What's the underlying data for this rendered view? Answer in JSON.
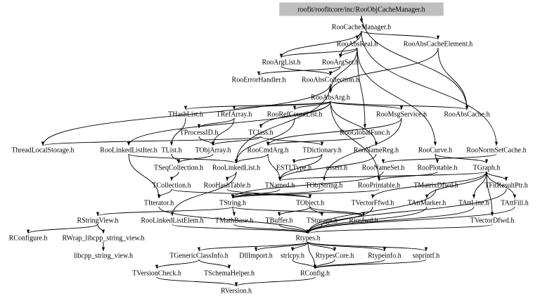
{
  "graph": {
    "root": "roofit/roofitcore/inc/RooObjCacheManager.h",
    "nodes": {
      "root": "roofit/roofitcore/inc/RooObjCacheManager.h",
      "n_RooCacheManager": "RooCacheManager.h",
      "n_RooAbsReal": "RooAbsReal.h",
      "n_RooAbsCacheElement": "RooAbsCacheElement.h",
      "n_RooArgList": "RooArgList.h",
      "n_RooArgSet": "RooArgSet.h",
      "n_RooErrorHandler": "RooErrorHandler.h",
      "n_RooAbsCollection": "RooAbsCollection.h",
      "n_RooAbsArg": "RooAbsArg.h",
      "n_THashList": "THashList.h",
      "n_TRefArray": "TRefArray.h",
      "n_RooRefCountList": "RooRefCountList.h",
      "n_RooMsgService": "RooMsgService.h",
      "n_RooAbsCache": "RooAbsCache.h",
      "n_TProcessID": "TProcessID.h",
      "n_TClass": "TClass.h",
      "n_RooGlobalFunc": "RooGlobalFunc.h",
      "n_ThreadLocalStorage": "ThreadLocalStorage.h",
      "n_RooLinkedListIter": "RooLinkedListIter.h",
      "n_TList": "TList.h",
      "n_TObjArray": "TObjArray.h",
      "n_RooCmdArg": "RooCmdArg.h",
      "n_TDictionary": "TDictionary.h",
      "n_RooNameReg": "RooNameReg.h",
      "n_RooCurve": "RooCurve.h",
      "n_RooNormSetCache": "RooNormSetCache.h",
      "n_TSeqCollection": "TSeqCollection.h",
      "n_RooLinkedList": "RooLinkedList.h",
      "n_ESTLType": "ESTLType.h",
      "n_assert": "assert.h",
      "n_RooNameSet": "RooNameSet.h",
      "n_RooPlotable": "RooPlotable.h",
      "n_TGraph": "TGraph.h",
      "n_TCollection": "TCollection.h",
      "n_RooHashTable": "RooHashTable.h",
      "n_TNamed": "TNamed.h",
      "n_TObjString": "TObjString.h",
      "n_RooPrintable": "RooPrintable.h",
      "n_TMatrixDfwd": "TMatrixDfwd.h",
      "n_TFitResultPtr": "TFitResultPtr.h",
      "n_TIterator": "TIterator.h",
      "n_TString": "TString.h",
      "n_TObject": "TObject.h",
      "n_TVectorFfwd": "TVectorFfwd.h",
      "n_TAttMarker": "TAttMarker.h",
      "n_TAttLine": "TAttLine.h",
      "n_TAttFill": "TAttFill.h",
      "n_RStringView": "RStringView.h",
      "n_RooLinkedListElem": "RooLinkedListElem.h",
      "n_TMathBase": "TMathBase.h",
      "n_TBuffer": "TBuffer.h",
      "n_TStorage": "TStorage.h",
      "n_Riosfwd": "Riosfwd.h",
      "n_TVectorDfwd": "TVectorDfwd.h",
      "n_RConfigure": "RConfigure.h",
      "n_RWrap": "RWrap_libcpp_string_view.h",
      "n_Rtypes": "Rtypes.h",
      "n_libcpp": "libcpp_string_view.h",
      "n_TGenericClassInfo": "TGenericClassInfo.h",
      "n_DllImport": "DllImport.h",
      "n_strlcpy": "strlcpy.h",
      "n_RtypesCore": "RtypesCore.h",
      "n_Rtypeinfo": "Rtypeinfo.h",
      "n_snprintf": "snprintf.h",
      "n_TVersionCheck": "TVersionCheck.h",
      "n_TSchemaHelper": "TSchemaHelper.h",
      "n_RConfig": "RConfig.h",
      "n_RVersion": "RVersion.h"
    },
    "edges": [
      [
        "root",
        "n_RooCacheManager"
      ],
      [
        "root",
        "n_RooAbsCache"
      ],
      [
        "n_RooCacheManager",
        "n_RooAbsReal"
      ],
      [
        "n_RooCacheManager",
        "n_RooAbsCacheElement"
      ],
      [
        "n_RooCacheManager",
        "n_RooArgList"
      ],
      [
        "n_RooCacheManager",
        "n_RooArgSet"
      ],
      [
        "n_RooCacheManager",
        "n_RooNormSetCache"
      ],
      [
        "n_RooAbsReal",
        "n_RooArgList"
      ],
      [
        "n_RooAbsReal",
        "n_RooArgSet"
      ],
      [
        "n_RooAbsReal",
        "n_RooAbsArg"
      ],
      [
        "n_RooAbsReal",
        "n_RooGlobalFunc"
      ],
      [
        "n_RooAbsReal",
        "n_RooCurve"
      ],
      [
        "n_RooAbsCacheElement",
        "n_RooAbsArg"
      ],
      [
        "n_RooAbsCacheElement",
        "n_RooAbsCache"
      ],
      [
        "n_RooArgList",
        "n_RooAbsCollection"
      ],
      [
        "n_RooArgSet",
        "n_RooAbsCollection"
      ],
      [
        "n_RooArgSet",
        "n_RooErrorHandler"
      ],
      [
        "n_RooAbsCollection",
        "n_RooAbsArg"
      ],
      [
        "n_RooAbsCollection",
        "n_RooLinkedList"
      ],
      [
        "n_RooAbsCollection",
        "n_ThreadLocalStorage"
      ],
      [
        "n_RooAbsArg",
        "n_THashList"
      ],
      [
        "n_RooAbsArg",
        "n_TRefArray"
      ],
      [
        "n_RooAbsArg",
        "n_RooRefCountList"
      ],
      [
        "n_RooAbsArg",
        "n_RooMsgService"
      ],
      [
        "n_RooAbsArg",
        "n_RooAbsCache"
      ],
      [
        "n_RooAbsArg",
        "n_TClass"
      ],
      [
        "n_RooAbsArg",
        "n_RooNameReg"
      ],
      [
        "n_RooAbsArg",
        "n_RooLinkedListIter"
      ],
      [
        "n_RooAbsArg",
        "n_RooPrintable"
      ],
      [
        "n_THashList",
        "n_TList"
      ],
      [
        "n_TRefArray",
        "n_TProcessID"
      ],
      [
        "n_TRefArray",
        "n_TObjArray"
      ],
      [
        "n_RooRefCountList",
        "n_RooLinkedList"
      ],
      [
        "n_RooMsgService",
        "n_RooCmdArg"
      ],
      [
        "n_RooMsgService",
        "n_TObjString"
      ],
      [
        "n_TProcessID",
        "n_TObjArray"
      ],
      [
        "n_TClass",
        "n_TDictionary"
      ],
      [
        "n_TClass",
        "n_TObjArray"
      ],
      [
        "n_TClass",
        "n_ThreadLocalStorage"
      ],
      [
        "n_RooGlobalFunc",
        "n_RooCmdArg"
      ],
      [
        "n_RooLinkedListIter",
        "n_TIterator"
      ],
      [
        "n_RooLinkedListIter",
        "n_RooLinkedList"
      ],
      [
        "n_TList",
        "n_TSeqCollection"
      ],
      [
        "n_TObjArray",
        "n_TSeqCollection"
      ],
      [
        "n_RooCmdArg",
        "n_TNamed"
      ],
      [
        "n_RooCmdArg",
        "n_RooLinkedList"
      ],
      [
        "n_TDictionary",
        "n_TNamed"
      ],
      [
        "n_TDictionary",
        "n_ESTLType"
      ],
      [
        "n_RooNameReg",
        "n_TNamed"
      ],
      [
        "n_RooCurve",
        "n_TGraph"
      ],
      [
        "n_RooCurve",
        "n_RooPlotable"
      ],
      [
        "n_RooNormSetCache",
        "n_RooNameSet"
      ],
      [
        "n_TSeqCollection",
        "n_TCollection"
      ],
      [
        "n_RooLinkedList",
        "n_RooHashTable"
      ],
      [
        "n_RooLinkedList",
        "n_RooLinkedListElem"
      ],
      [
        "n_RooNameSet",
        "n_TString"
      ],
      [
        "n_RooPlotable",
        "n_RooPrintable"
      ],
      [
        "n_TGraph",
        "n_TNamed"
      ],
      [
        "n_TGraph",
        "n_TAttLine"
      ],
      [
        "n_TGraph",
        "n_TAttFill"
      ],
      [
        "n_TGraph",
        "n_TAttMarker"
      ],
      [
        "n_TGraph",
        "n_TVectorFfwd"
      ],
      [
        "n_TGraph",
        "n_TVectorDfwd"
      ],
      [
        "n_TGraph",
        "n_TFitResultPtr"
      ],
      [
        "n_TCollection",
        "n_TObject"
      ],
      [
        "n_TCollection",
        "n_TIterator"
      ],
      [
        "n_RooHashTable",
        "n_TObject"
      ],
      [
        "n_TNamed",
        "n_TString"
      ],
      [
        "n_TObjString",
        "n_TString"
      ],
      [
        "n_RooPrintable",
        "n_TString"
      ],
      [
        "n_TMatrixDfwd",
        "n_Rtypes"
      ],
      [
        "n_TFitResultPtr",
        "n_Rtypes"
      ],
      [
        "n_TIterator",
        "n_Rtypes"
      ],
      [
        "n_TString",
        "n_TMathBase"
      ],
      [
        "n_TString",
        "n_RStringView"
      ],
      [
        "n_TString",
        "n_Riosfwd"
      ],
      [
        "n_TObject",
        "n_TBuffer"
      ],
      [
        "n_TObject",
        "n_TStorage"
      ],
      [
        "n_TObject",
        "n_Riosfwd"
      ],
      [
        "n_TVectorFfwd",
        "n_Rtypes"
      ],
      [
        "n_TAttMarker",
        "n_Rtypes"
      ],
      [
        "n_TAttLine",
        "n_Rtypes"
      ],
      [
        "n_TAttFill",
        "n_Rtypes"
      ],
      [
        "n_RStringView",
        "n_RConfigure"
      ],
      [
        "n_RStringView",
        "n_RWrap"
      ],
      [
        "n_RWrap",
        "n_libcpp"
      ],
      [
        "n_RooLinkedListElem",
        "n_Rtypes"
      ],
      [
        "n_TMathBase",
        "n_Rtypes"
      ],
      [
        "n_TBuffer",
        "n_Rtypes"
      ],
      [
        "n_TStorage",
        "n_Rtypes"
      ],
      [
        "n_TVectorDfwd",
        "n_Rtypes"
      ],
      [
        "n_Rtypes",
        "n_TGenericClassInfo"
      ],
      [
        "n_Rtypes",
        "n_DllImport"
      ],
      [
        "n_Rtypes",
        "n_strlcpy"
      ],
      [
        "n_Rtypes",
        "n_RtypesCore"
      ],
      [
        "n_Rtypes",
        "n_Rtypeinfo"
      ],
      [
        "n_Rtypes",
        "n_snprintf"
      ],
      [
        "n_Rtypes",
        "n_RConfig"
      ],
      [
        "n_TGenericClassInfo",
        "n_TVersionCheck"
      ],
      [
        "n_TGenericClassInfo",
        "n_TSchemaHelper"
      ],
      [
        "n_TVersionCheck",
        "n_RVersion"
      ],
      [
        "n_RtypesCore",
        "n_RConfig"
      ],
      [
        "n_Rtypeinfo",
        "n_RConfig"
      ],
      [
        "n_strlcpy",
        "n_RConfig"
      ],
      [
        "n_snprintf",
        "n_RConfig"
      ],
      [
        "n_RConfig",
        "n_RVersion"
      ]
    ]
  }
}
